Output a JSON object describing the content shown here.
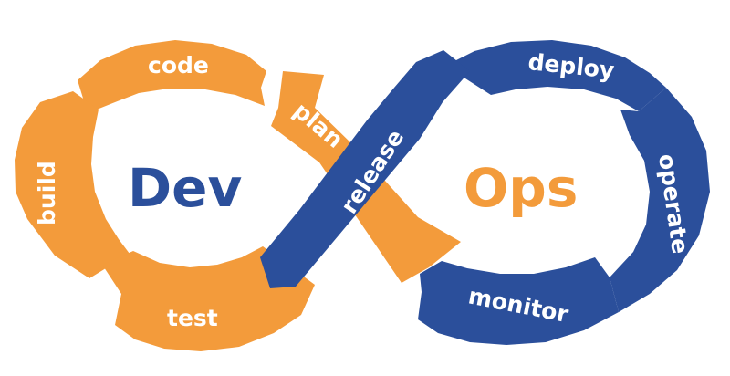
{
  "colors": {
    "dev": "#f39b3b",
    "ops": "#2b4f9b",
    "background": "#ffffff",
    "label": "#ffffff"
  },
  "center": {
    "dev": "Dev",
    "ops": "Ops"
  },
  "stages": {
    "plan": "plan",
    "code": "code",
    "build": "build",
    "test": "test",
    "release": "release",
    "deploy": "deploy",
    "operate": "operate",
    "monitor": "monitor"
  }
}
